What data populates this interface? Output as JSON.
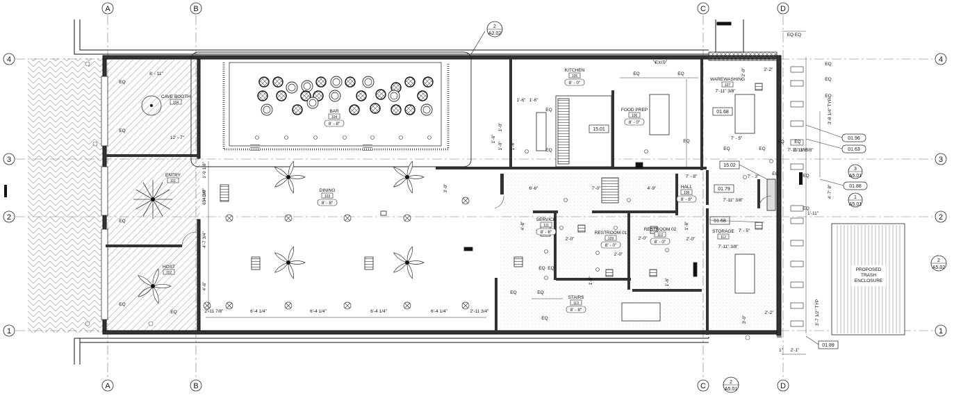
{
  "grid": {
    "columns": [
      "A",
      "B",
      "C",
      "D"
    ],
    "rows": [
      "4",
      "3",
      "2",
      "1"
    ]
  },
  "rooms": [
    {
      "key": "cave",
      "name": "CAVE BOOTH",
      "number": "104"
    },
    {
      "key": "entry",
      "name": "ENTRY",
      "number": "101"
    },
    {
      "key": "host",
      "name": "HOST",
      "number": "102"
    },
    {
      "key": "bar",
      "name": "BAR",
      "number": "104",
      "height": "8' - 8\""
    },
    {
      "key": "dining",
      "name": "DINING",
      "number": "103",
      "height": "8' - 8\""
    },
    {
      "key": "kitchen",
      "name": "KITCHEN",
      "number": "105",
      "height": "8' - 0\""
    },
    {
      "key": "foodprep",
      "name": "FOOD PREP",
      "number": "106",
      "height": "8' - 0\""
    },
    {
      "key": "warewashing",
      "name": "WAREWASHING",
      "number": "107"
    },
    {
      "key": "hall",
      "name": "HALL",
      "number": "108",
      "height": "8' - 8\""
    },
    {
      "key": "service",
      "name": "SERVICE",
      "number": "111",
      "height": "8' - 8\""
    },
    {
      "key": "rr1",
      "name": "RESTROOM 01",
      "number": "109",
      "height": "8' - 0\""
    },
    {
      "key": "rr2",
      "name": "RESTROOM 02",
      "number": "110",
      "height": "8' - 0\""
    },
    {
      "key": "storage",
      "name": "STORAGE",
      "number": "112"
    },
    {
      "key": "stairs",
      "name": "STAIRS",
      "number": "113",
      "height": "8' - 8\""
    }
  ],
  "trash": [
    "PROPOSED",
    "TRASH",
    "ENCLOSURE"
  ],
  "callouts": {
    "a202_top": {
      "num": "2",
      "sheet": "A2.02"
    },
    "a202_right": {
      "num": "2",
      "sheet": "A5.02"
    },
    "a501_bottom": {
      "num": "2",
      "sheet": "A5.01"
    },
    "a501_right": {
      "num": "1",
      "sheet": "A5.01"
    },
    "a501_right2": {
      "num": "3",
      "sheet": "A5.01"
    }
  },
  "exit_label": "EXIT",
  "tags": [
    "15.01",
    "01.68",
    "01.96",
    "01.63",
    "15.02",
    "01.79",
    "01.88",
    "01.68",
    "01.89"
  ],
  "dims": {
    "cave_w": "8' - 11\"",
    "cave_h": "12' - 7\"",
    "eq": "EQ",
    "kit_1": "1'-6\"",
    "kit_2": "1'-6\"",
    "kit_3": "1'-0\"",
    "kit_4": "1'-0\"",
    "kit_5": "1'-6\"",
    "hall_66": "6'-6\"",
    "hall_70": "7'-0\"",
    "hall_49": "4'-9\"",
    "hall_30": "3'-0\"",
    "ww_20": "2'-0\"",
    "ww_22": "2'-2\"",
    "ww_711": "7'-11\" 3/8\"",
    "ww_75": "7' - 5\"",
    "ww_711b": "7'-11\" 3/8\"",
    "hall_78": "7' - 8\"",
    "hall_73": "7' - 3\"",
    "hall_711": "7'-11\" 3/8\"",
    "st_75": "7' - 5\"",
    "st_711": "7'-11\" 3/8\"",
    "st_22": "2'-2\"",
    "st_30": "3'-0\"",
    "rr_20a": "2'-0\"",
    "rr_20b": "2'-0\"",
    "rr_20c": "2'-0\"",
    "rr_20d": "2'-0\"",
    "rr_16a": "1'-6\"",
    "rr_16b": "1'-6\"",
    "din_t1": "1'-9 1/8\"",
    "din_t2": "3'-1/4\"",
    "din_t3": "6'-4 3/8\"",
    "din_t4": "4'-7 3/4\"",
    "din_t5": "4'-6\"",
    "din_b1": "2'-11 7/8\"",
    "din_b2": "6'-4 1/4\"",
    "din_b3": "6'-4 1/4\"",
    "din_b4": "6'-4 1/4\"",
    "din_b5": "6'-4 1/4\"",
    "din_b6": "2'-11 3/4\"",
    "d_eqeq": "EQ  EQ",
    "d_814": "3'-8 1/4\" TYP",
    "d_712": "7'-11\" 3/8\"",
    "d_478": "4'-7\" 8\"",
    "d_111": "1'-11\"",
    "d_312": "3'-7 1/2\" TYP",
    "d_1": "1\"",
    "d_21": "2'-1\"",
    "d_48": "4'-8\"",
    "d_16": "1'-6\"",
    "d_16b": "1'-6\""
  }
}
